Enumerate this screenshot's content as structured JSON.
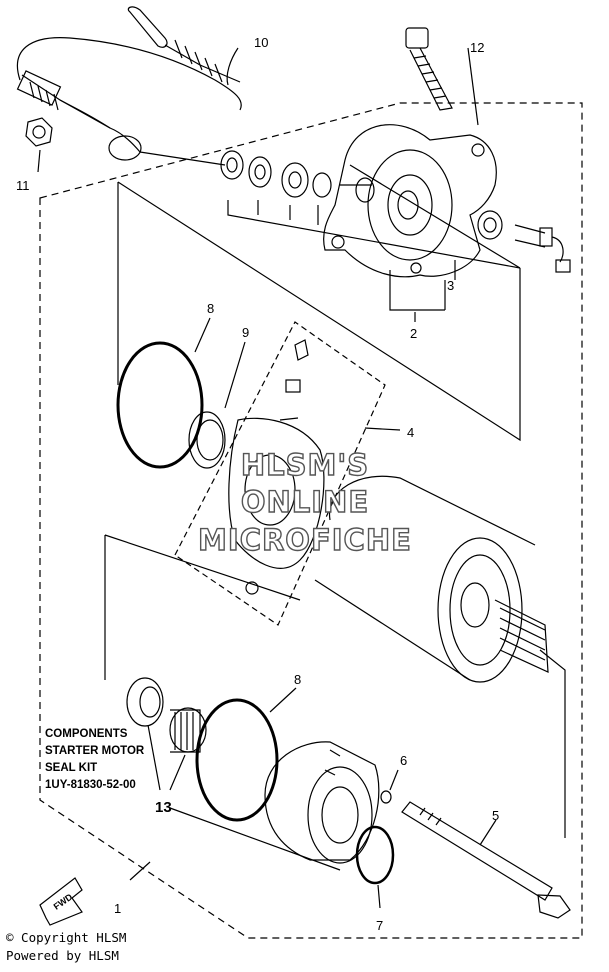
{
  "callouts": [
    {
      "id": "1",
      "label": "1"
    },
    {
      "id": "2",
      "label": "2"
    },
    {
      "id": "3",
      "label": "3"
    },
    {
      "id": "4",
      "label": "4"
    },
    {
      "id": "5",
      "label": "5"
    },
    {
      "id": "6",
      "label": "6"
    },
    {
      "id": "7",
      "label": "7"
    },
    {
      "id": "8a",
      "label": "8"
    },
    {
      "id": "8b",
      "label": "8"
    },
    {
      "id": "9",
      "label": "9"
    },
    {
      "id": "10",
      "label": "10"
    },
    {
      "id": "11",
      "label": "11"
    },
    {
      "id": "12",
      "label": "12"
    },
    {
      "id": "13",
      "label": "13"
    }
  ],
  "kit_box": {
    "line1": "COMPONENTS",
    "line2": "STARTER MOTOR",
    "line3": "SEAL KIT",
    "line4": "1UY-81830-52-00"
  },
  "watermark": {
    "line1": "HLSM'S",
    "line2": "ONLINE",
    "line3": "MICROFICHE"
  },
  "fwd_label": "FWD",
  "footer": {
    "copyright": "© Copyright HLSM",
    "powered": "Powered by HLSM"
  }
}
